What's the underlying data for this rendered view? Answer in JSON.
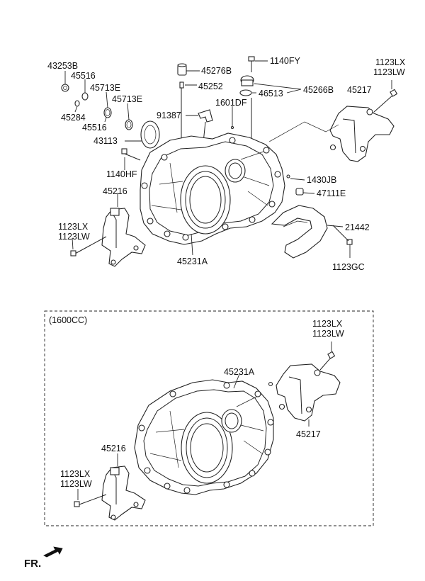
{
  "parts": {
    "p43253B": "43253B",
    "p45516a": "45516",
    "p45713Ea": "45713E",
    "p45713Eb": "45713E",
    "p45284": "45284",
    "p45516b": "45516",
    "p43113": "43113",
    "p91387": "91387",
    "p1140HF": "1140HF",
    "p45216": "45216",
    "p1123LX_left": "1123LX",
    "p1123LW_left": "1123LW",
    "p45231A": "45231A",
    "p45276B": "45276B",
    "p45252": "45252",
    "p1140FY": "1140FY",
    "p46513": "46513",
    "p45266B": "45266B",
    "p1601DF": "1601DF",
    "p1123LX_right": "1123LX",
    "p1123LW_right": "1123LW",
    "p45217": "45217",
    "p1430JB": "1430JB",
    "p47111E": "47111E",
    "p21442": "21442",
    "p1123GC": "1123GC"
  },
  "variant": {
    "title": "(1600CC)",
    "p1123LX_top": "1123LX",
    "p1123LW_top": "1123LW",
    "p45231A": "45231A",
    "p45217": "45217",
    "p45216": "45216",
    "p1123LX_left": "1123LX",
    "p1123LW_left": "1123LW"
  },
  "orientation": {
    "label": "FR."
  }
}
